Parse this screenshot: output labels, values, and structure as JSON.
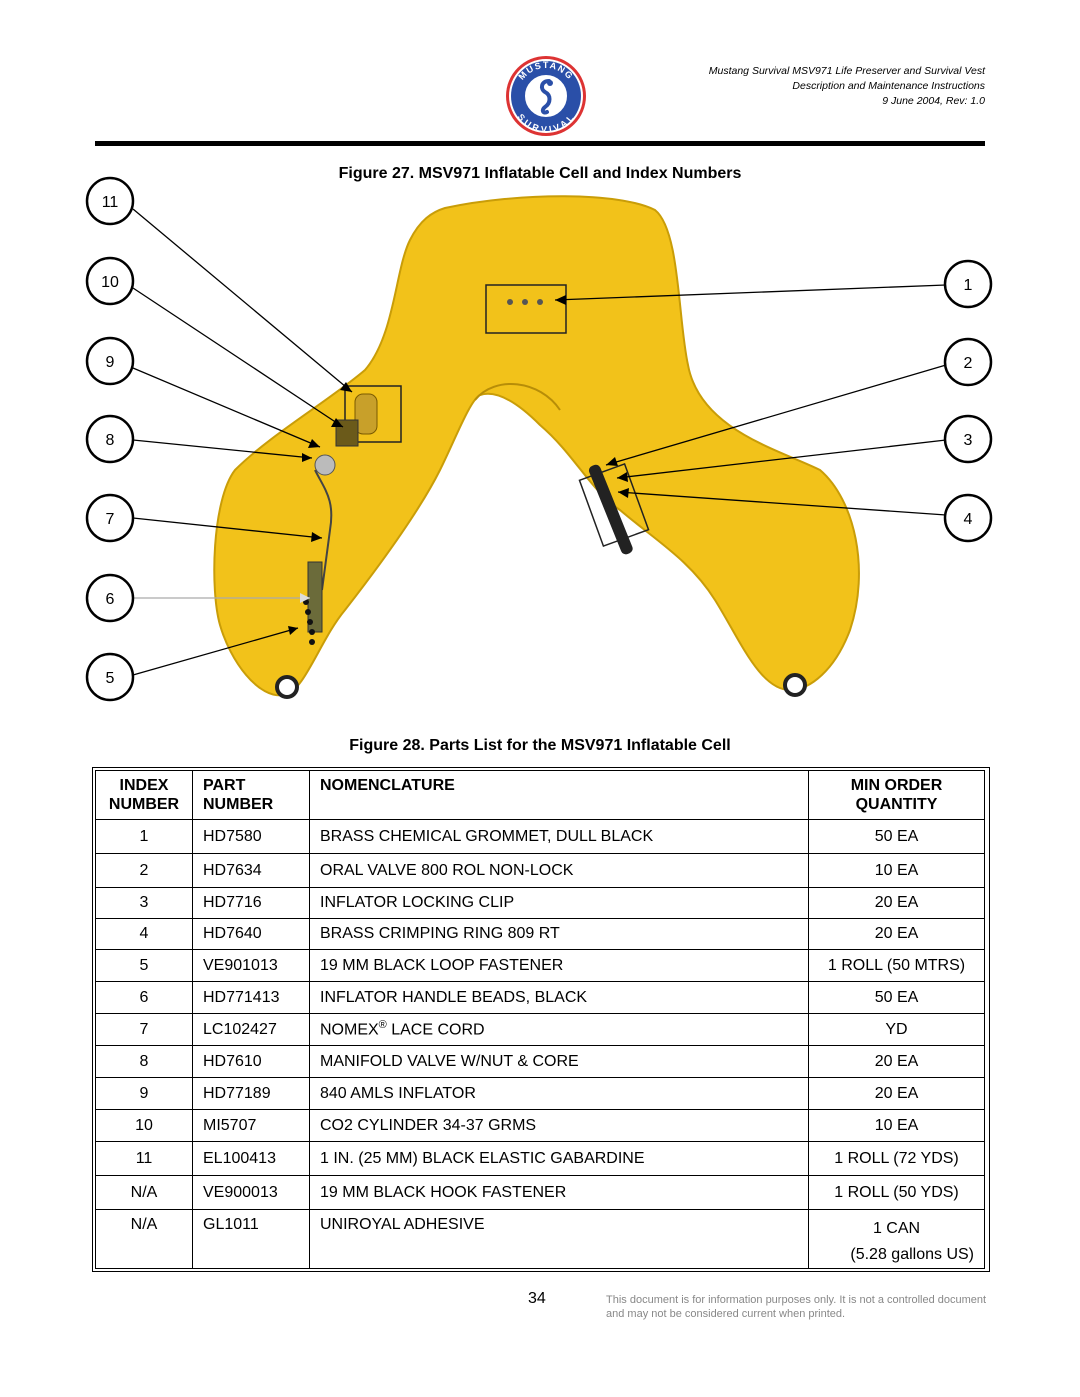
{
  "header": {
    "line1": "Mustang Survival MSV971 Life Preserver and Survival Vest",
    "line2": "Description and Maintenance Instructions",
    "line3": "9 June 2004, Rev: 1.0",
    "logo_top": "MUSTANG",
    "logo_bottom": "SURVIVAL"
  },
  "figure27": {
    "title": "Figure 27. MSV971 Inflatable Cell and Index Numbers",
    "left_callouts": [
      "11",
      "10",
      "9",
      "8",
      "7",
      "6",
      "5"
    ],
    "right_callouts": [
      "1",
      "2",
      "3",
      "4"
    ]
  },
  "figure28": {
    "title": "Figure 28. Parts List for the MSV971 Inflatable Cell"
  },
  "table": {
    "headers": {
      "index": [
        "INDEX",
        "NUMBER"
      ],
      "part": [
        "PART",
        "NUMBER"
      ],
      "nomenclature": "NOMENCLATURE",
      "qty": [
        "MIN ORDER",
        "QUANTITY"
      ]
    },
    "rows": [
      {
        "index": "1",
        "part": "HD7580",
        "name": "BRASS CHEMICAL GROMMET, DULL BLACK",
        "qty": "50 EA"
      },
      {
        "index": "2",
        "part": "HD7634",
        "name": "ORAL VALVE 800 ROL NON-LOCK",
        "qty": "10 EA"
      },
      {
        "index": "3",
        "part": "HD7716",
        "name": "INFLATOR LOCKING CLIP",
        "qty": "20 EA"
      },
      {
        "index": "4",
        "part": "HD7640",
        "name": "BRASS CRIMPING RING 809 RT",
        "qty": "20 EA"
      },
      {
        "index": "5",
        "part": "VE901013",
        "name": "19 MM BLACK LOOP FASTENER",
        "qty": "1 ROLL (50 MTRS)"
      },
      {
        "index": "6",
        "part": "HD771413",
        "name": "INFLATOR HANDLE BEADS, BLACK",
        "qty": "50 EA"
      },
      {
        "index": "7",
        "part": "LC102427",
        "name": "NOMEX",
        "name_sup": "®",
        "name_rest": " LACE CORD",
        "qty": "YD"
      },
      {
        "index": "8",
        "part": "HD7610",
        "name": "MANIFOLD VALVE W/NUT & CORE",
        "qty": "20 EA"
      },
      {
        "index": "9",
        "part": "HD77189",
        "name": "840 AMLS INFLATOR",
        "qty": "20 EA"
      },
      {
        "index": "10",
        "part": "MI5707",
        "name": "CO2 CYLINDER 34-37 GRMS",
        "qty": "10 EA"
      },
      {
        "index": "11",
        "part": "EL100413",
        "name": "1 IN. (25 MM) BLACK ELASTIC GABARDINE",
        "qty": "1 ROLL (72 YDS)"
      },
      {
        "index": "N/A",
        "part": "VE900013",
        "name": "19 MM BLACK HOOK FASTENER",
        "qty": "1 ROLL (50 YDS)"
      },
      {
        "index": "N/A",
        "part": "GL1011",
        "name": "UNIROYAL ADHESIVE",
        "qty": "1 CAN",
        "qty2": "(5.28 gallons US)"
      }
    ]
  },
  "footer": {
    "page_number": "34",
    "disclaimer": "This document is for information purposes only. It is not a controlled document and may not be considered current when printed."
  }
}
